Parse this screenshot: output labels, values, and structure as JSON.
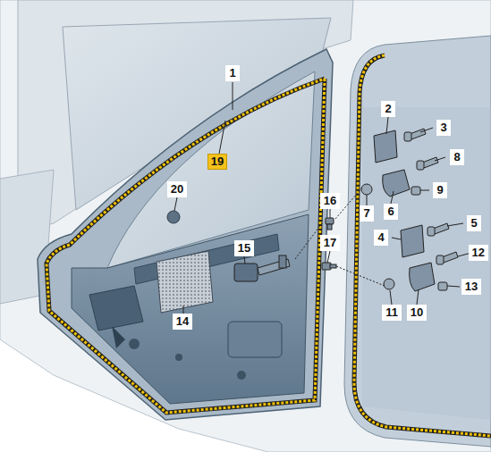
{
  "diagram": {
    "labels": [
      "1",
      "19",
      "2",
      "3",
      "8",
      "9",
      "6",
      "7",
      "20",
      "16",
      "17",
      "4",
      "5",
      "12",
      "15",
      "14",
      "10",
      "11",
      "13"
    ]
  }
}
